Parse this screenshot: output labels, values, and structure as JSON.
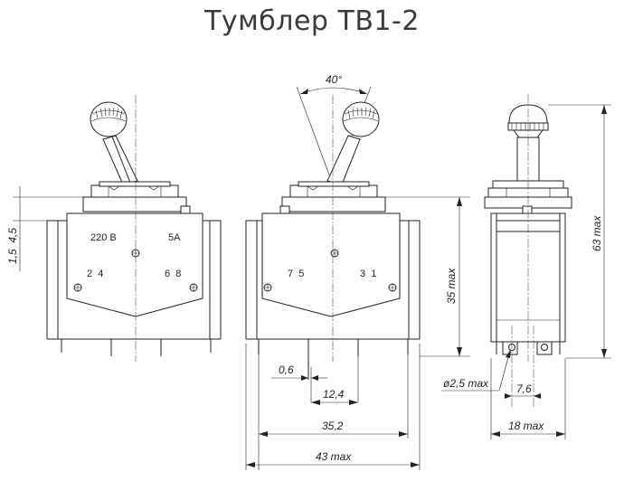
{
  "title": "Тумблер ТВ1-2",
  "front_view": {
    "voltage_label": "220 В",
    "current_label": "5А",
    "terminals_left": "2  4",
    "terminals_right": "6  8"
  },
  "rear_view": {
    "terminals_left": "7  5",
    "terminals_right": "3  1"
  },
  "dimensions": {
    "lever_angle": "40°",
    "left_height": "1,5  4,5",
    "body_height": "35 max",
    "total_height": "63 max",
    "pin_width": "0,6",
    "pin_pitch": "12,4",
    "pin_span": "35,2",
    "body_width": "43 max",
    "hole_diameter": "ø2,5 max",
    "side_pin_pitch": "7,6",
    "side_width": "18 max"
  }
}
